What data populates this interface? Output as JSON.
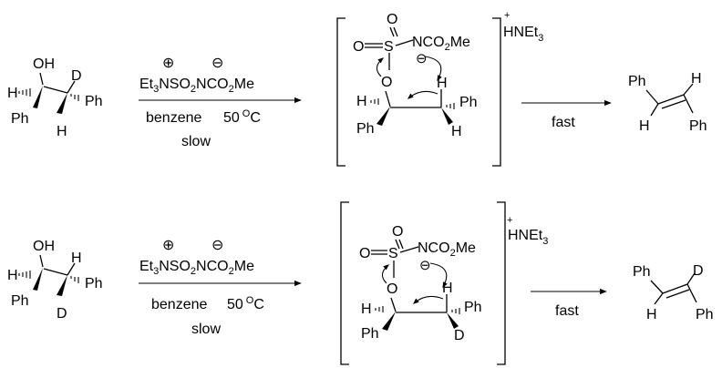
{
  "reagent": {
    "cation": "Et",
    "cation_sub": "3",
    "n1": "NSO",
    "n1_sub": "2",
    "n2": "NCO",
    "n2_sub": "2",
    "n2_tail": "Me",
    "plus": "⊕",
    "minus": "⊖"
  },
  "conditions": {
    "solvent": "benzene",
    "temp_value": "50",
    "temp_unit_o": "O",
    "temp_unit_c": "C",
    "rate": "slow"
  },
  "step2_label": "fast",
  "counterion": {
    "plus": "+",
    "main": "HNEt",
    "sub": "3"
  },
  "labels": {
    "OH": "OH",
    "H": "H",
    "D": "D",
    "Ph": "Ph",
    "O": "O",
    "S": "S",
    "NCO": "NCO",
    "sub2": "2",
    "Me": "Me",
    "minus": "⊖"
  },
  "icons": [
    "bracket",
    "curved-arrow",
    "wedge-bond",
    "hashed-bond",
    "reaction-arrow"
  ]
}
